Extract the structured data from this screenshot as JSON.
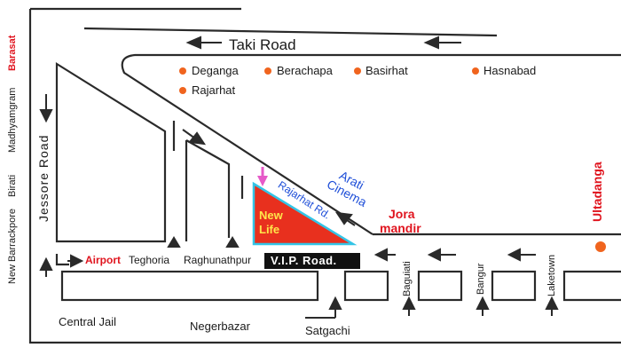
{
  "colors": {
    "line": "#2a2a2a",
    "arrow": "#2a2a2a",
    "poi_dot": "#f0641e",
    "new_life_fill": "#e8301e",
    "new_life_border": "#33c4e6",
    "new_life_text": "#ffe64a",
    "label_red": "#e0141e",
    "label_blue": "#1f4fd8",
    "vip_bg": "#111111",
    "marker_pink": "#e65ac8",
    "ultadanga_dot": "#f0641e"
  },
  "roads": {
    "taki_road": "Taki Road",
    "jessore_road": "Jessore Road",
    "vip_road": "V.I.P. Road.",
    "rajarhat_rd": "Rajarhat Rd."
  },
  "places": {
    "deganga": "Deganga",
    "berachapa": "Berachapa",
    "basirhat": "Basirhat",
    "hasnabad": "Hasnabad",
    "rajarhat": "Rajarhat",
    "barasat": "Barasat",
    "madhyamgram": "Madhyamgram",
    "birati": "Birati",
    "new_barrackpore": "New Barrackpore",
    "airport": "Airport",
    "teghoria": "Teghoria",
    "raghunathpur": "Raghunathpur",
    "central_jail": "Central Jail",
    "negerbazar": "Negerbazar",
    "satgachi": "Satgachi",
    "baguiati": "Baguiati",
    "bangur": "Bangur",
    "laketown": "Laketown",
    "jora_mandir_line1": "Jora",
    "jora_mandir_line2": "mandir",
    "ultadanga": "Ultadanga",
    "arati_cinema_line1": "Arati",
    "arati_cinema_line2": "Cinema",
    "new_life_line1": "New",
    "new_life_line2": "Life"
  }
}
